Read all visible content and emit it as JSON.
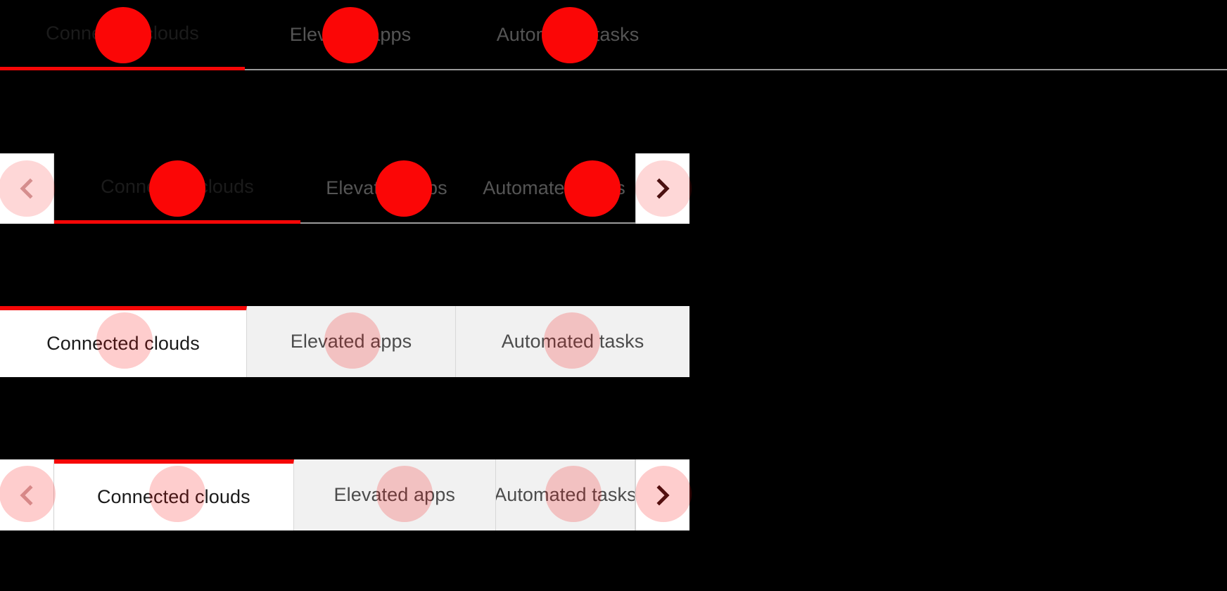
{
  "theme": {
    "accent": "#f50707",
    "hotspot_solid": "#fb0606",
    "hotspot_ghost": "rgba(251,6,6,0.20)",
    "active_text": "#1b1b1b",
    "inactive_text": "#555555",
    "active_tab_bg": "#ffffff",
    "inactive_tab_bg": "#f1f1f1",
    "divider": "#d8d8d8",
    "page_bg": "#000000",
    "chevron_muted": "#cfa9a9",
    "chevron_dark": "#2a1212"
  },
  "tabs": {
    "items": [
      {
        "label": "Connected clouds",
        "active": true
      },
      {
        "label": "Elevated apps",
        "active": false
      },
      {
        "label": "Automated tasks",
        "active": false
      }
    ]
  },
  "controls": {
    "prev_label": "‹",
    "next_label": "›",
    "prev_name": "chevron-left-icon",
    "next_name": "chevron-right-icon"
  },
  "variants": [
    {
      "id": "underline-plain",
      "style": "underline",
      "has_arrows": false,
      "hotspot_style": "solid"
    },
    {
      "id": "underline-scrolling",
      "style": "underline",
      "has_arrows": true,
      "hotspot_style": "solid"
    },
    {
      "id": "boxed-plain",
      "style": "boxed",
      "has_arrows": false,
      "hotspot_style": "ghost"
    },
    {
      "id": "boxed-scrolling",
      "style": "boxed",
      "has_arrows": true,
      "hotspot_style": "ghost"
    }
  ]
}
